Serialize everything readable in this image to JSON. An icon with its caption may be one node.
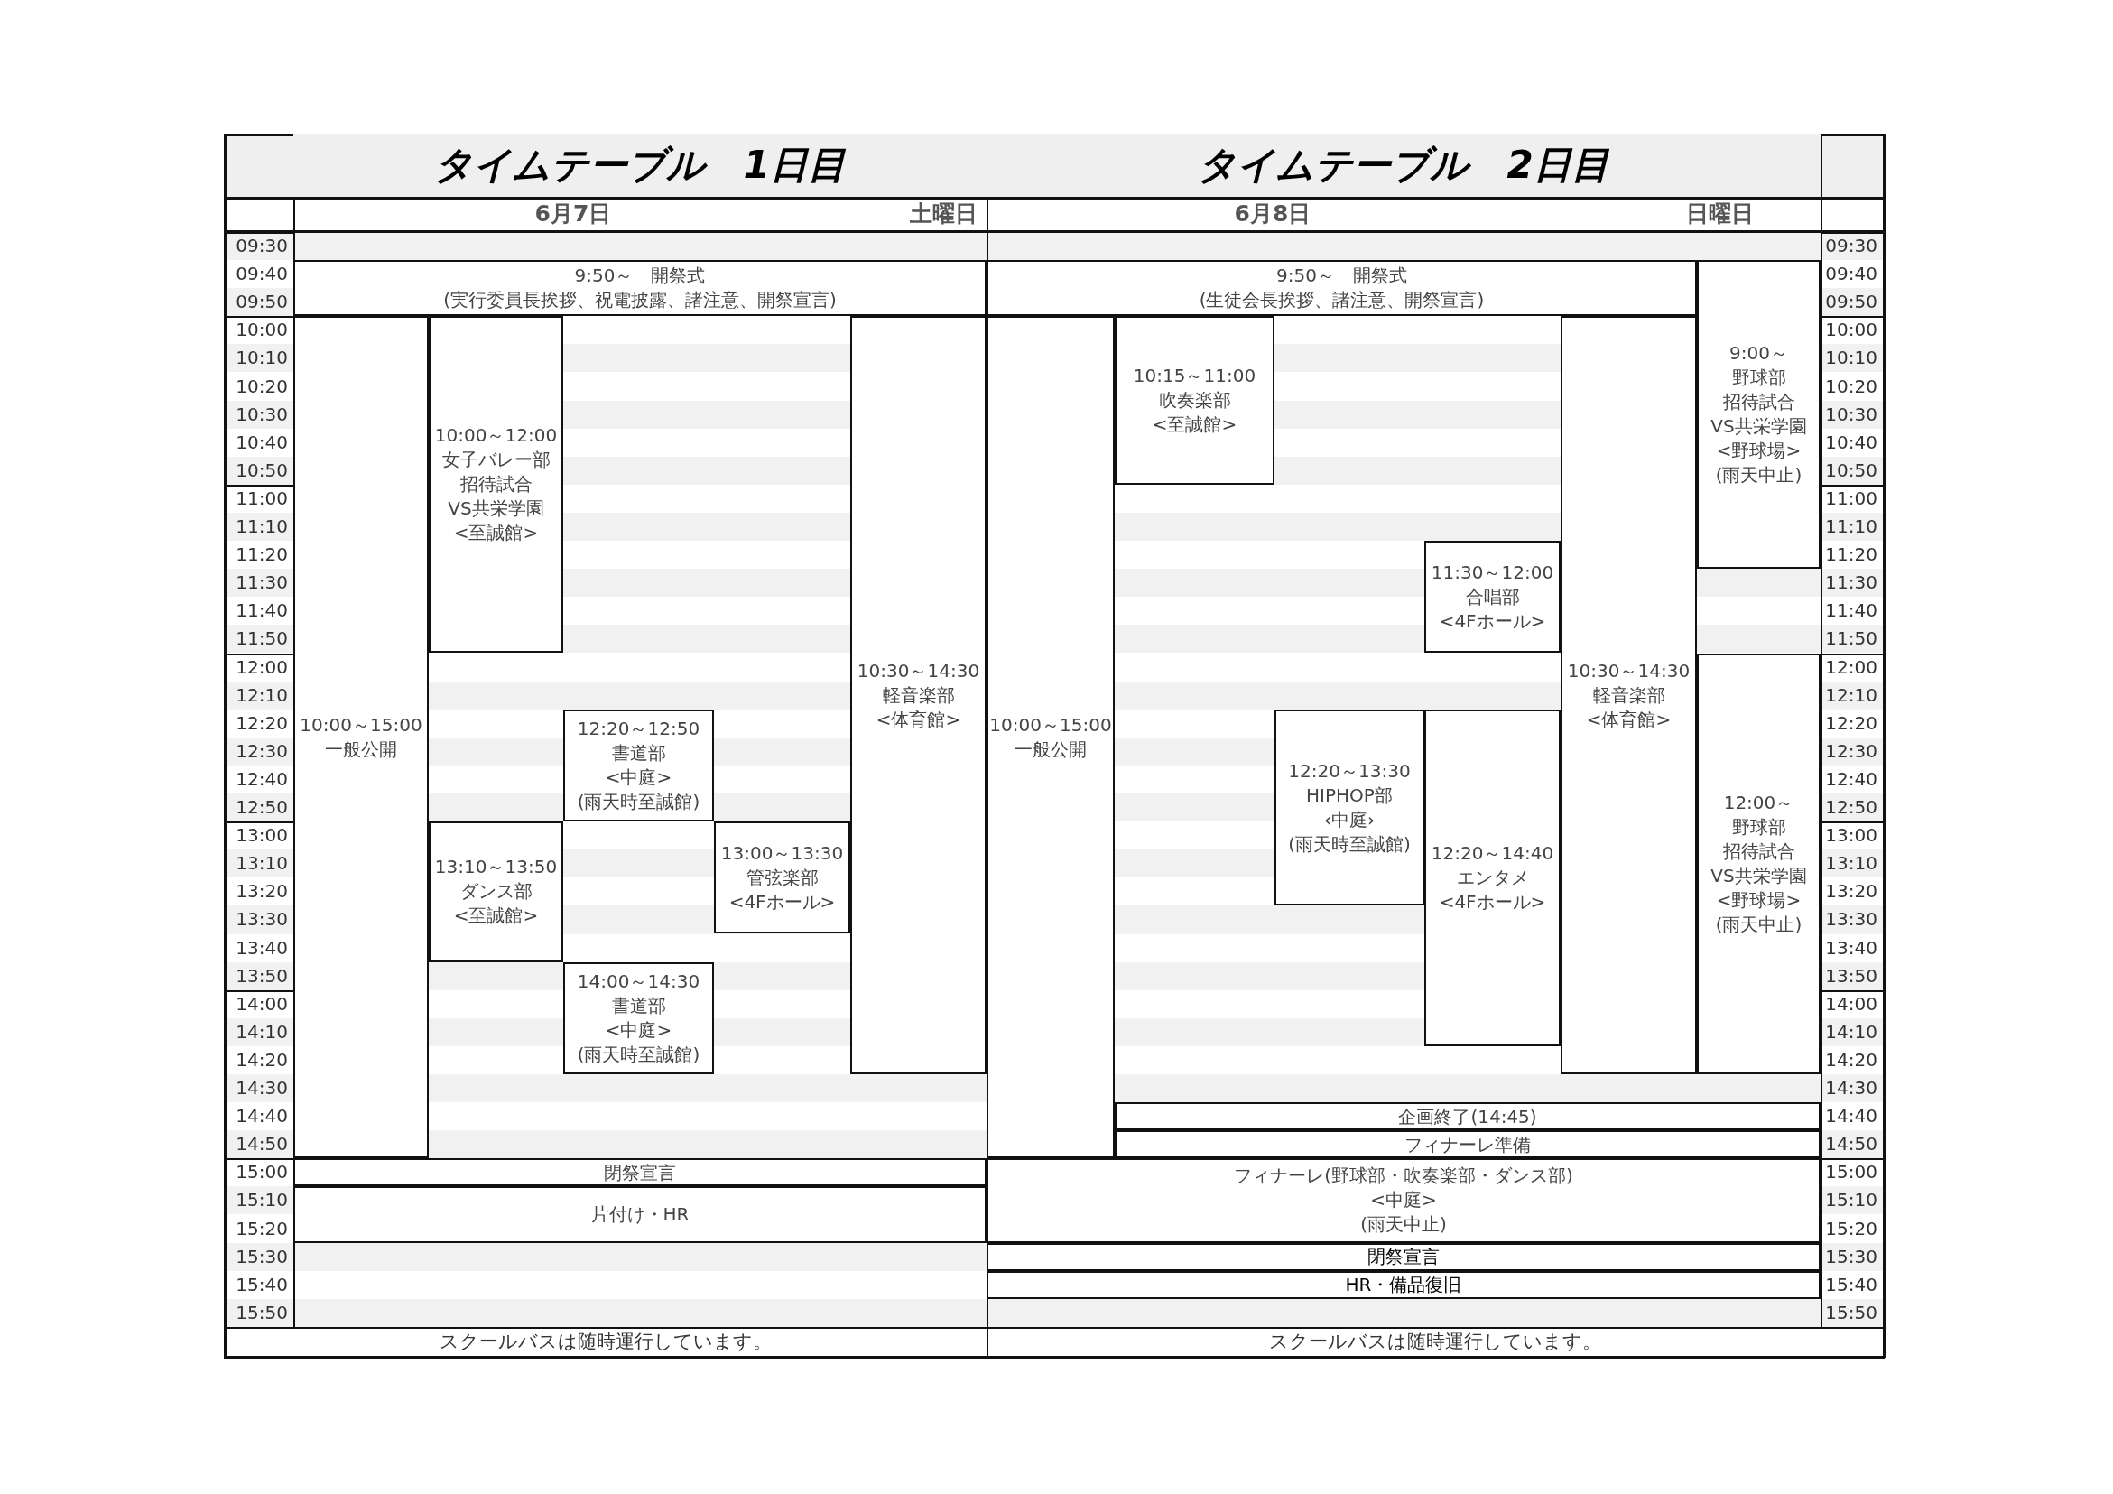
{
  "diagram": {
    "nodes": [
      {
        "text": [
          "9:50～　開祭式",
          "(実行委員長挨拶、祝電披露、諸注意、開祭宣言)"
        ]
      },
      {
        "text": [
          "10:00～15:00",
          "一般公開"
        ]
      },
      {
        "text": [
          "10:00～12:00",
          "女子バレー部",
          "招待試合",
          "VS共栄学園",
          "<至誠館>"
        ]
      },
      {
        "text": [
          "10:30～14:30",
          "軽音楽部",
          "<体育館>"
        ]
      },
      {
        "text": [
          "12:20～12:50",
          "書道部",
          "<中庭>",
          "(雨天時至誠館)"
        ]
      },
      {
        "text": [
          "13:10～13:50",
          "ダンス部",
          "<至誠館>"
        ]
      },
      {
        "text": [
          "13:00～13:30",
          "管弦楽部",
          "<4Fホール>"
        ]
      },
      {
        "text": [
          "14:00～14:30",
          "書道部",
          "<中庭>",
          "(雨天時至誠館)"
        ]
      },
      {
        "text": [
          "閉祭宣言"
        ]
      },
      {
        "text": [
          "片付け・HR"
        ]
      },
      {
        "text": [
          "9:50～　開祭式",
          "(生徒会長挨拶、諸注意、開祭宣言)"
        ]
      },
      {
        "text": [
          "9:00～",
          "野球部",
          "招待試合",
          "VS共栄学園",
          "<野球場>",
          "(雨天中止)"
        ]
      },
      {
        "text": [
          "10:00～15:00",
          "一般公開"
        ]
      },
      {
        "text": [
          "10:15～11:00",
          "吹奏楽部",
          "<至誠館>"
        ]
      },
      {
        "text": [
          "11:30～12:00",
          "合唱部",
          "<4Fホール>"
        ]
      },
      {
        "text": [
          "10:30～14:30",
          "軽音楽部",
          "<体育館>"
        ]
      },
      {
        "text": [
          "12:20～13:30",
          "HIPHOP部",
          "‹中庭›",
          "(雨天時至誠館)"
        ]
      },
      {
        "text": [
          "12:20～14:40",
          "エンタメ",
          "<4Fホール>"
        ]
      },
      {
        "text": [
          "12:00～",
          "野球部",
          "招待試合",
          "VS共栄学園",
          "<野球場>",
          "(雨天中止)"
        ]
      },
      {
        "text": [
          "企画終了(14:45)"
        ]
      },
      {
        "text": [
          "フィナーレ準備"
        ]
      },
      {
        "text": [
          "フィナーレ(野球部・吹奏楽部・ダンス部)",
          "<中庭>",
          "(雨天中止)"
        ]
      },
      {
        "text": [
          "閉祭宣言"
        ]
      },
      {
        "text": [
          "HR・備品復旧"
        ]
      }
    ],
    "labels": [
      "タイムテーブル　1日目",
      "タイムテーブル　2日目",
      "6月7日",
      "土曜日",
      "6月8日",
      "日曜日",
      "09:30",
      "09:30",
      "09:40",
      "09:40",
      "09:50",
      "09:50",
      "10:00",
      "10:00",
      "10:10",
      "10:10",
      "10:20",
      "10:20",
      "10:30",
      "10:30",
      "10:40",
      "10:40",
      "10:50",
      "10:50",
      "11:00",
      "11:00",
      "11:10",
      "11:10",
      "11:20",
      "11:20",
      "11:30",
      "11:30",
      "11:40",
      "11:40",
      "11:50",
      "11:50",
      "12:00",
      "12:00",
      "12:10",
      "12:10",
      "12:20",
      "12:20",
      "12:30",
      "12:30",
      "12:40",
      "12:40",
      "12:50",
      "12:50",
      "13:00",
      "13:00",
      "13:10",
      "13:10",
      "13:20",
      "13:20",
      "13:30",
      "13:30",
      "13:40",
      "13:40",
      "13:50",
      "13:50",
      "14:00",
      "14:00",
      "14:10",
      "14:10",
      "14:20",
      "14:20",
      "14:30",
      "14:30",
      "14:40",
      "14:40",
      "14:50",
      "14:50",
      "15:00",
      "15:00",
      "15:10",
      "15:10",
      "15:20",
      "15:20",
      "15:30",
      "15:30",
      "15:40",
      "15:40",
      "15:50",
      "15:50",
      "スクールバスは随時運行しています。",
      "スクールバスは随時運行しています。"
    ]
  }
}
